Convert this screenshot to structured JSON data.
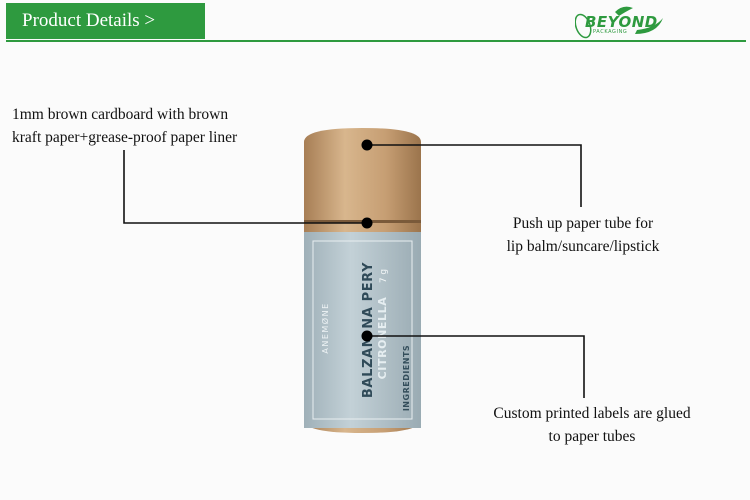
{
  "header": {
    "title": "Product Details >"
  },
  "logo": {
    "name": "BEYOND",
    "tagline": "PACKAGING"
  },
  "callouts": {
    "material_line1": "1mm brown cardboard with brown",
    "material_line2": "kraft paper+grease-proof paper liner",
    "tube_line1": "Push up paper tube for",
    "tube_line2": "lip balm/suncare/lipstick",
    "label_line1": "Custom printed labels are glued",
    "label_line2": "to paper tubes"
  },
  "product_label": {
    "brand": "ANEMØNE",
    "product": "BALZAM NA PERY",
    "variant": "CITRONELLA",
    "weight": "7 g",
    "section": "INGREDIENTS"
  },
  "colors": {
    "accent": "#2e9a3f",
    "kraft": "#c9a57c",
    "label": "#b7c6cd"
  }
}
